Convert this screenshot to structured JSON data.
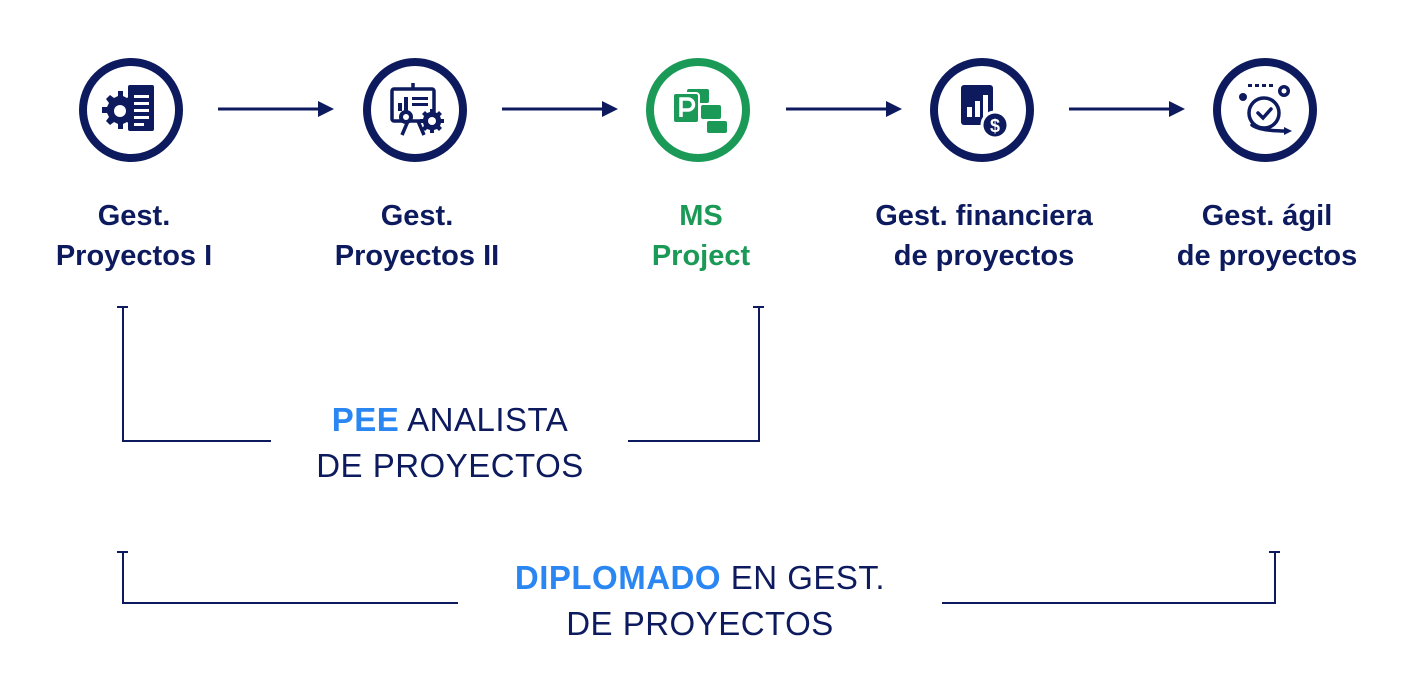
{
  "colors": {
    "navy": "#0d1b5e",
    "green": "#1b9a57",
    "blue": "#2a86f2"
  },
  "steps": [
    {
      "line1": "Gest.",
      "line2": "Proyectos I",
      "icon": "gear-document-icon",
      "highlight": false
    },
    {
      "line1": "Gest.",
      "line2": "Proyectos II",
      "icon": "presentation-chart-gear-icon",
      "highlight": false
    },
    {
      "line1": "MS",
      "line2": "Project",
      "icon": "ms-project-icon",
      "highlight": true
    },
    {
      "line1": "Gest. financiera",
      "line2": "de proyectos",
      "icon": "finance-dollar-icon",
      "highlight": false
    },
    {
      "line1": "Gest. ágil",
      "line2": "de proyectos",
      "icon": "agile-cycle-icon",
      "highlight": false
    }
  ],
  "programs": {
    "pee": {
      "highlight": "PEE",
      "rest": " ANALISTA",
      "line2": "DE PROYECTOS"
    },
    "diplomado": {
      "highlight": "DIPLOMADO",
      "rest": " EN GEST.",
      "line2": "DE PROYECTOS"
    }
  }
}
